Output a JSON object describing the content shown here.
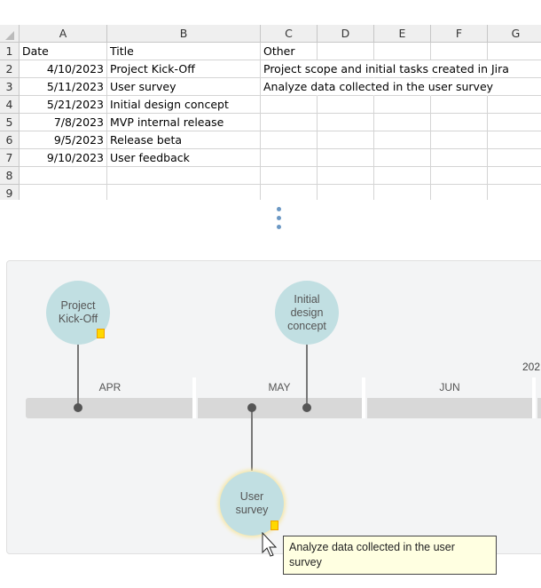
{
  "sheet": {
    "columns": [
      "A",
      "B",
      "C",
      "D",
      "E",
      "F",
      "G"
    ],
    "row_numbers": [
      "1",
      "2",
      "3",
      "4",
      "5",
      "6",
      "7",
      "8",
      "9"
    ],
    "header": {
      "a": "Date",
      "b": "Title",
      "c": "Other"
    },
    "rows": [
      {
        "date": "4/10/2023",
        "title": "Project Kick-Off",
        "other": "Project scope and initial tasks created in Jira"
      },
      {
        "date": "5/11/2023",
        "title": "User survey",
        "other": "Analyze data collected in the user survey"
      },
      {
        "date": "5/21/2023",
        "title": "Initial design concept",
        "other": ""
      },
      {
        "date": "7/8/2023",
        "title": "MVP internal release",
        "other": ""
      },
      {
        "date": "9/5/2023",
        "title": "Release beta",
        "other": ""
      },
      {
        "date": "9/10/2023",
        "title": "User feedback",
        "other": ""
      }
    ]
  },
  "timeline": {
    "year_label": "202",
    "months": [
      "APR",
      "MAY",
      "JUN"
    ],
    "milestones": [
      {
        "label": "Project Kick-Off",
        "has_note": true
      },
      {
        "label": "Initial design concept",
        "has_note": false
      },
      {
        "label": "User survey",
        "has_note": true,
        "selected": true
      }
    ],
    "tooltip": "Analyze data collected in the user survey",
    "colors": {
      "node": "#c1dfe2",
      "bar": "#d8d8d8",
      "note": "#ffd800",
      "tooltip_bg": "#ffffe1"
    }
  }
}
